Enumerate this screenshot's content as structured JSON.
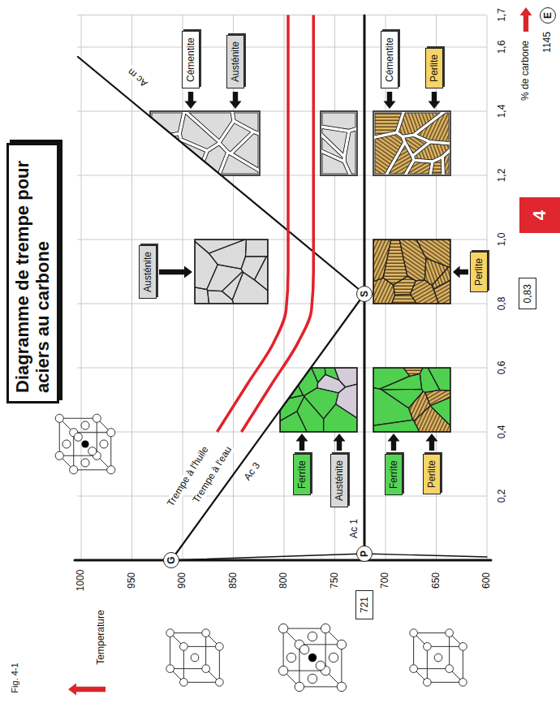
{
  "diagram": {
    "title": "Diagramme de trempe pour aciers au carbone",
    "nodes": [
      {
        "text": [
          "G"
        ]
      },
      {
        "text": [
          "Austénite"
        ]
      },
      {
        "text": [
          "Cémentite"
        ]
      },
      {
        "text": [
          "Austénite"
        ]
      },
      {
        "text": [
          "Ferrite"
        ]
      },
      {
        "text": [
          "Austénite"
        ]
      },
      {
        "text": [
          "P"
        ]
      },
      {
        "text": [
          "S"
        ]
      },
      {
        "text": [
          "721"
        ]
      },
      {
        "text": [
          "Ferrite"
        ]
      },
      {
        "text": [
          "Perlite"
        ]
      },
      {
        "text": [
          "Cémentite"
        ]
      },
      {
        "text": [
          "Perlite"
        ]
      },
      {
        "text": [
          "Perlite"
        ]
      },
      {
        "text": [
          "0,83"
        ]
      },
      {
        "text": [
          "E"
        ]
      },
      {
        "text": [
          "4"
        ]
      }
    ],
    "labels": [
      "Fig. 4-1",
      "Temperature",
      "1000",
      "950",
      "900",
      "850",
      "800",
      "750",
      "700",
      "650",
      "600",
      "0,2",
      "0,4",
      "0,6",
      "0,8",
      "1,0",
      "1,2",
      "1,4",
      "1,6",
      "1,7",
      "% de carbone",
      "Trempe à l'huile",
      "Trempe à l'eau",
      "Ac 3",
      "Ac 1",
      "Ac m",
      "1145"
    ]
  }
}
